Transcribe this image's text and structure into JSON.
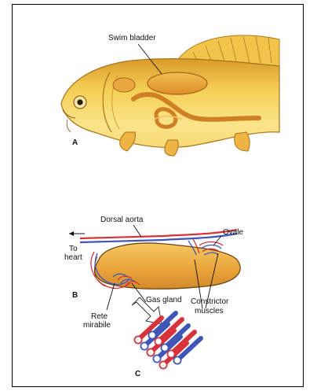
{
  "panels": {
    "a": "A",
    "b": "B",
    "c": "C"
  },
  "labels": {
    "swim_bladder": "Swim bladder",
    "dorsal_aorta": "Dorsal aorta",
    "ovale": "Ovale",
    "to_heart_1": "To",
    "to_heart_2": "heart",
    "gas_gland": "Gas gland",
    "constrictor_1": "Constrictor",
    "constrictor_2": "muscles",
    "rete_1": "Rete",
    "rete_2": "mirabile"
  },
  "colors": {
    "fish_body": "#f2cc4a",
    "fish_shadow": "#d89a22",
    "bladder": "#e9a33a",
    "gut": "#e39a36",
    "artery": "#d8323a",
    "vein": "#3f55b8"
  }
}
